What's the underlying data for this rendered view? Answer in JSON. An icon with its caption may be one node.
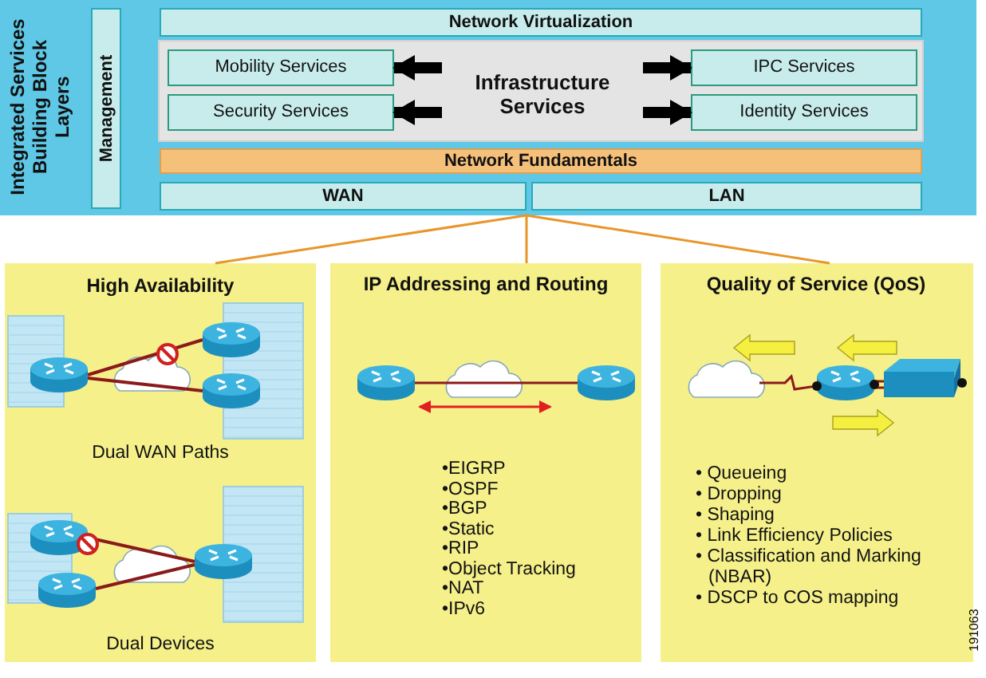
{
  "diagram": {
    "nodes": [
      {
        "text": [
          "Integrated Services Building Block Layers"
        ]
      },
      {
        "text": [
          "Management"
        ],
        "in": 0
      },
      {
        "text": [
          "Network Virtualization"
        ],
        "in": 0
      },
      {
        "text": [],
        "shape": "box",
        "in": 0
      },
      {
        "text": [
          "Mobility Services"
        ],
        "in": 3
      },
      {
        "text": [
          "Security Services"
        ],
        "in": 3
      },
      {
        "text": [
          "Infrastructure Services"
        ],
        "in": 3
      },
      {
        "text": [
          "IPC Services"
        ],
        "in": 3
      },
      {
        "text": [
          "Identity Services"
        ],
        "in": 3
      },
      {
        "text": [
          "Network Fundamentals"
        ],
        "in": 0
      },
      {
        "text": [
          "WAN"
        ],
        "in": 0
      },
      {
        "text": [
          "LAN"
        ],
        "in": 0
      },
      {
        "text": [
          "High Availability",
          "Dual WAN Paths",
          "Dual Devices"
        ]
      },
      {
        "text": [
          "IP Addressing and Routing",
          "•EIGRP",
          "•OSPF",
          "•BGP",
          "•Static",
          "•RIP",
          "•Object Tracking",
          "•NAT",
          "•IPv6"
        ]
      },
      {
        "text": [
          "Quality of Service (QoS)",
          "• Queueing",
          "• Dropping",
          "• Shaping",
          "• Link Efficiency Policies",
          "• Classification and Marking (NBAR)",
          "• DSCP to COS mapping"
        ]
      }
    ],
    "edges": [
      {
        "from": 6,
        "to": 4,
        "arrow": "to"
      },
      {
        "from": 6,
        "to": 5,
        "arrow": "to"
      },
      {
        "from": 6,
        "to": 7,
        "arrow": "to"
      },
      {
        "from": 6,
        "to": 8,
        "arrow": "to"
      },
      {
        "from": 0,
        "to": 12,
        "arrow": "none",
        "color": "#e8962a"
      },
      {
        "from": 0,
        "to": 13,
        "arrow": "none",
        "color": "#e8962a"
      },
      {
        "from": 0,
        "to": 14,
        "arrow": "none",
        "color": "#e8962a"
      }
    ],
    "labels": [
      "191063"
    ]
  }
}
